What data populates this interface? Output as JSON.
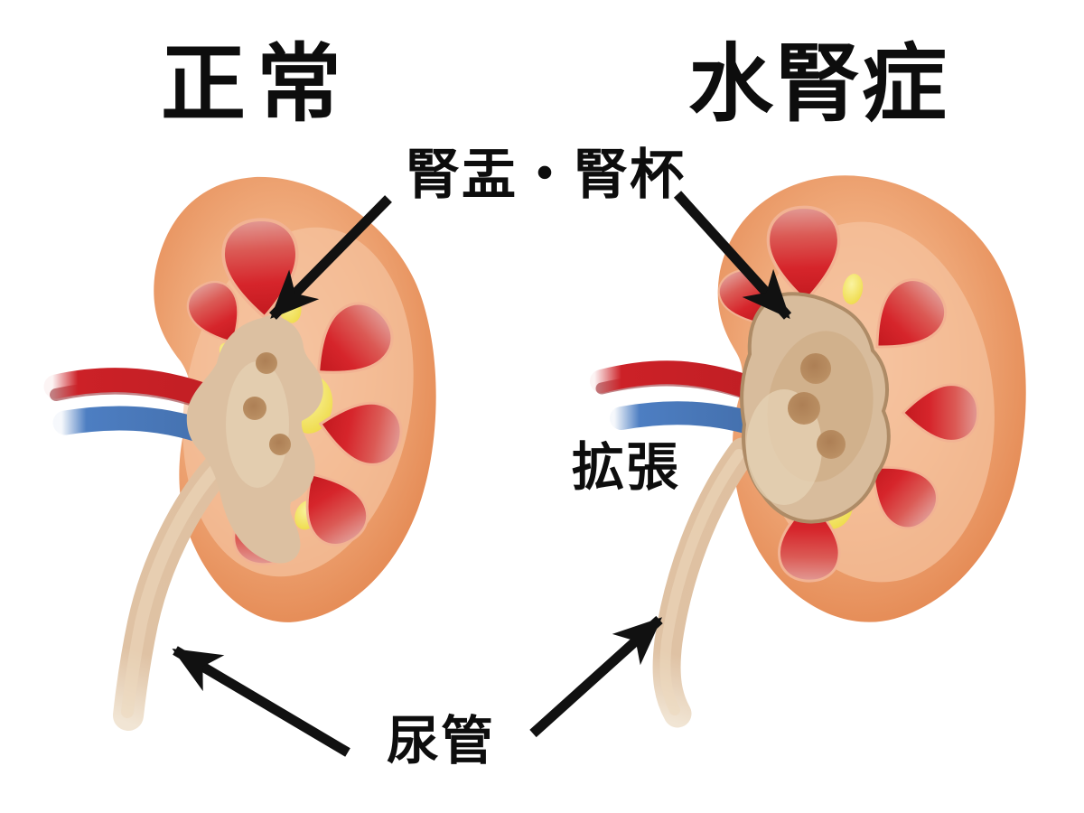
{
  "titles": {
    "normal": "正常",
    "hydronephrosis": "水腎症"
  },
  "labels": {
    "renal_pelvis_calyces": "腎盂・腎杯",
    "dilation": "拡張",
    "ureter": "尿管"
  },
  "colors": {
    "background": "#FFFFFF",
    "text": "#0D0D0D",
    "arrow": "#111111",
    "cortex_outer_orange": "#DE7C48",
    "cortex_inner_light": "#F6C8A6",
    "pyramid_red": "#D6252B",
    "pyramid_pink_top": "#E29A94",
    "fat_yellow": "#F0DC52",
    "pelvis_tan": "#DCC0A1",
    "dilated_pelvis_tan": "#D8BC9C",
    "pelvis_hole_brown": "#B5885E",
    "renal_artery_red": "#CC2127",
    "renal_vein_blue": "#4D7EC2",
    "ureter_tan": "#DFC0A0"
  }
}
